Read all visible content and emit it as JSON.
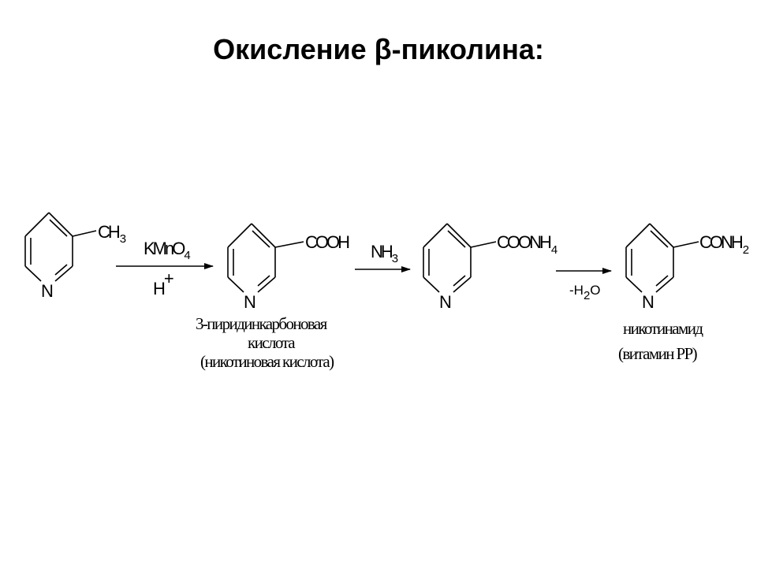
{
  "slide": {
    "title": "Окисление β-пиколина:"
  },
  "molecules": [
    {
      "n": "N",
      "group": "CH",
      "group_sub": "3"
    },
    {
      "n": "N",
      "group": "COOH",
      "group_sub": ""
    },
    {
      "n": "N",
      "group": "COONH",
      "group_sub": "4"
    },
    {
      "n": "N",
      "group": "CONH",
      "group_sub": "2"
    }
  ],
  "arrows": [
    {
      "above": "KMnO",
      "above_sub": "4",
      "below": "H",
      "below_sup": "+"
    },
    {
      "above": "NH",
      "above_sub": "3"
    },
    {
      "above_a": "-H",
      "above_sub": "2",
      "above_b": "O"
    }
  ],
  "captions": {
    "nicotinic": [
      "3-пиридинкарбоновая",
      "кислота",
      "(никотиновая кислота)"
    ],
    "nicotinamide": [
      "никотинамид",
      "(витамин PP)"
    ]
  }
}
